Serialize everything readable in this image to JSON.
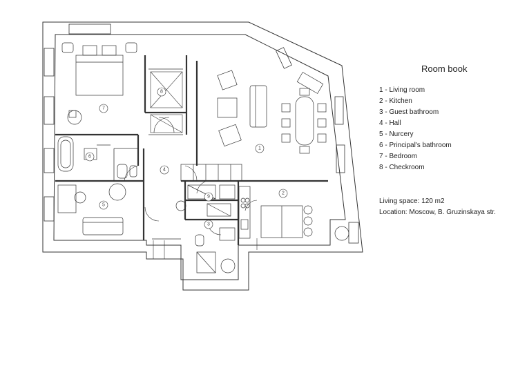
{
  "legend": {
    "title": "Room book",
    "rooms": [
      {
        "num": "1",
        "text": "1 - Living room"
      },
      {
        "num": "2",
        "text": "2 - Kitchen"
      },
      {
        "num": "3",
        "text": "3 - Guest bathroom"
      },
      {
        "num": "4",
        "text": "4 - Hall"
      },
      {
        "num": "5",
        "text": "5 - Nurcery"
      },
      {
        "num": "6",
        "text": "6 - Principal's bathroom"
      },
      {
        "num": "7",
        "text": "7 - Bedroom"
      },
      {
        "num": "8",
        "text": "8 - Checkroom"
      }
    ]
  },
  "info": {
    "living_space": "Living space: 120 m2",
    "location": "Location: Moscow, B. Gruzinskaya str."
  },
  "plan": {
    "room_markers": [
      "1",
      "2",
      "3",
      "4",
      "5",
      "6",
      "7",
      "8",
      "9"
    ]
  },
  "colors": {
    "line": "#333333",
    "wall_fill": "#ffffff"
  }
}
